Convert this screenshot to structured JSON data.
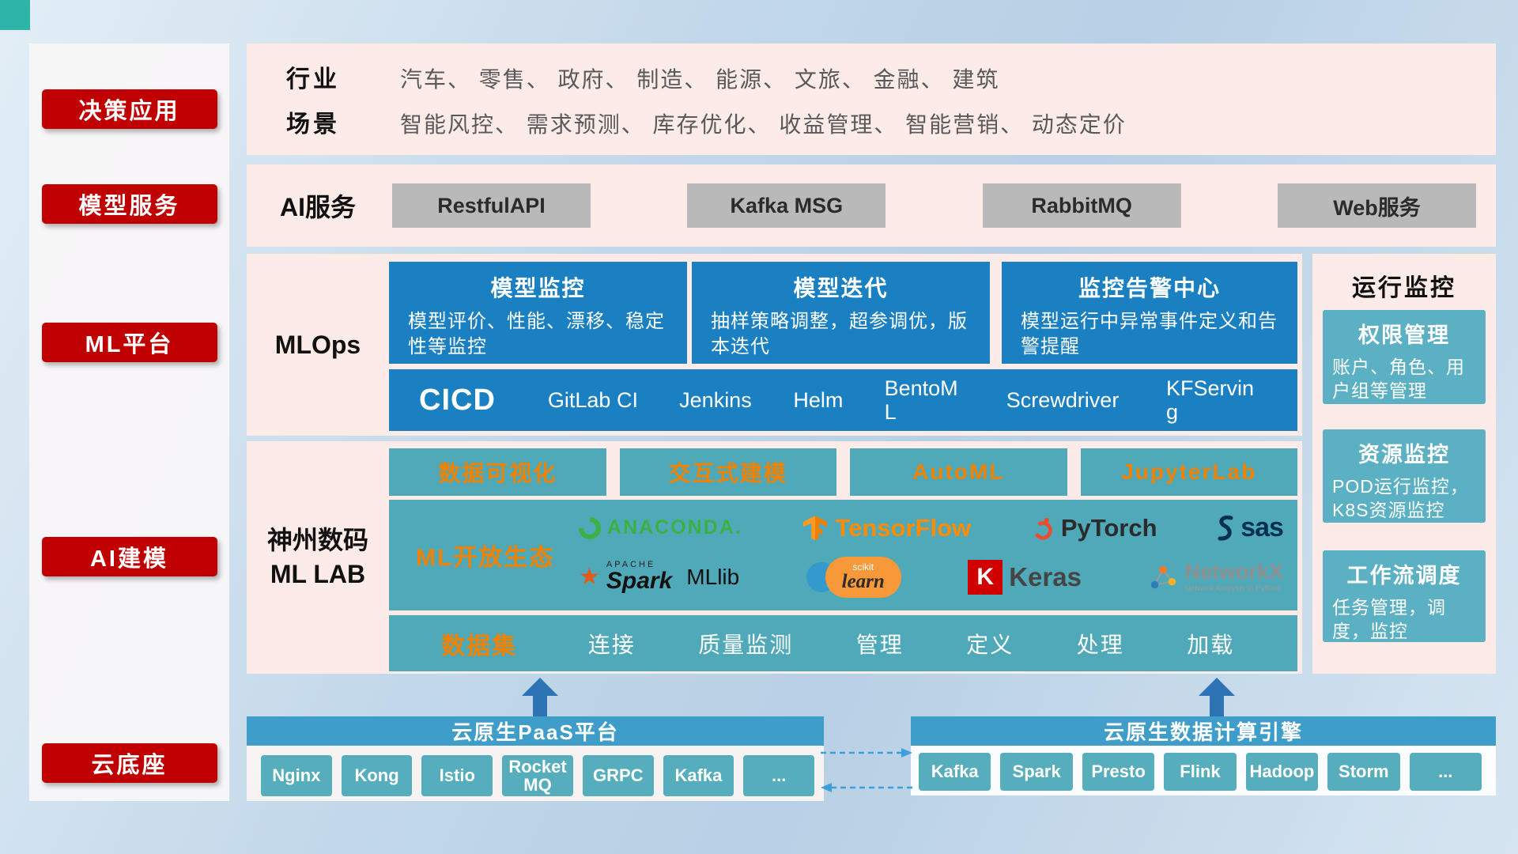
{
  "colors": {
    "accent_red": "#c00000",
    "panel_pink": "#fcebe7",
    "primary_blue": "#1a80c2",
    "teal": "#4fa9b9",
    "orange": "#ef8200",
    "header_blue": "#3f9ec9",
    "arrow_blue": "#2e74b5"
  },
  "sidebar": {
    "items": [
      {
        "label": "决策应用"
      },
      {
        "label": "模型服务"
      },
      {
        "label": "ML平台"
      },
      {
        "label": "AI建模"
      },
      {
        "label": "云底座"
      }
    ]
  },
  "industry": {
    "rows": [
      {
        "label": "行业",
        "text": "汽车、 零售、 政府、 制造、 能源、 文旅、 金融、 建筑"
      },
      {
        "label": "场景",
        "text": "智能风控、 需求预测、 库存优化、 收益管理、 智能营销、 动态定价"
      }
    ]
  },
  "ai_service": {
    "label": "AI服务",
    "buttons": [
      "RestfulAPI",
      "Kafka MSG",
      "RabbitMQ",
      "Web服务"
    ]
  },
  "mlops": {
    "label": "MLOps",
    "cards": [
      {
        "title": "模型监控",
        "desc": "模型评价、性能、漂移、稳定性等监控"
      },
      {
        "title": "模型迭代",
        "desc": "抽样策略调整，超参调优，版本迭代"
      },
      {
        "title": "监控告警中心",
        "desc": "模型运行中异常事件定义和告警提醒"
      }
    ],
    "cicd": {
      "title": "CICD",
      "items": [
        "GitLab CI",
        "Jenkins",
        "Helm",
        "BentoML",
        "Screwdriver",
        "KFServing"
      ]
    }
  },
  "monitoring": {
    "title": "运行监控",
    "cards": [
      {
        "title": "权限管理",
        "desc": "账户、角色、用户组等管理"
      },
      {
        "title": "资源监控",
        "desc": "POD运行监控，K8S资源监控"
      },
      {
        "title": "工作流调度",
        "desc": "任务管理，调度，监控"
      }
    ]
  },
  "mllab": {
    "label_line1": "神州数码",
    "label_line2": "ML LAB",
    "tools": [
      "数据可视化",
      "交互式建模",
      "AutoML",
      "JupyterLab"
    ],
    "ecosystem": {
      "label": "ML开放生态",
      "logos": {
        "anaconda": "ANACONDA.",
        "tensorflow": "TensorFlow",
        "pytorch": "PyTorch",
        "sas": "sas",
        "spark_small": "APACHE",
        "spark": "Spark",
        "mllib": "MLlib",
        "scikit_small": "scikit",
        "scikit": "learn",
        "keras_letter": "K",
        "keras": "Keras",
        "networkx": "NetworkX",
        "networkx_tagline": "Network Analysis in Python"
      }
    },
    "dataset": {
      "title": "数据集",
      "items": [
        "连接",
        "质量监测",
        "管理",
        "定义",
        "处理",
        "加载"
      ]
    }
  },
  "cloud": {
    "paas": {
      "title": "云原生PaaS平台",
      "items": [
        "Nginx",
        "Kong",
        "Istio",
        "RocketMQ",
        "GRPC",
        "Kafka",
        "..."
      ]
    },
    "engine": {
      "title": "云原生数据计算引擎",
      "items": [
        "Kafka",
        "Spark",
        "Presto",
        "Flink",
        "Hadoop",
        "Storm",
        "..."
      ]
    }
  }
}
